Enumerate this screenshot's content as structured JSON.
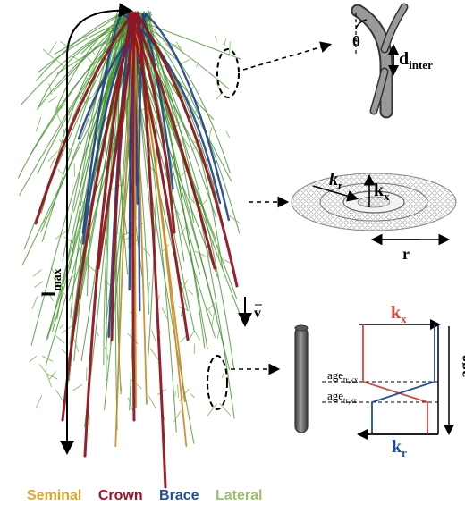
{
  "labels": {
    "l_main": "l",
    "l_sub": "max",
    "v": "v",
    "theta": "θ",
    "d_main": "d",
    "d_sub": "inter",
    "kr_main": "k",
    "kr_sub": "r",
    "kx_main": "k",
    "kx_sub": "x",
    "r": "r",
    "age": "age",
    "age_kx_main": "age",
    "age_kx_sub": "tr,kx",
    "age_kr_main": "age",
    "age_kr_sub": "tr,kr",
    "profile_kx_main": "k",
    "profile_kx_sub": "x",
    "profile_kr_main": "k",
    "profile_kr_sub": "r"
  },
  "legend": [
    {
      "name": "Seminal",
      "color": "#e0a52a"
    },
    {
      "name": "Crown",
      "color": "#a3122a"
    },
    {
      "name": "Brace",
      "color": "#1f4e9c"
    },
    {
      "name": "Lateral",
      "color": "#9bc26b"
    }
  ],
  "colors": {
    "kx_red": "#d9463c",
    "kr_blue": "#1f4e9c",
    "root_green": "#3f8f2a",
    "root_crown": "#8f1622",
    "root_brace": "#1f3f8c",
    "root_seminal": "#c9871f"
  }
}
